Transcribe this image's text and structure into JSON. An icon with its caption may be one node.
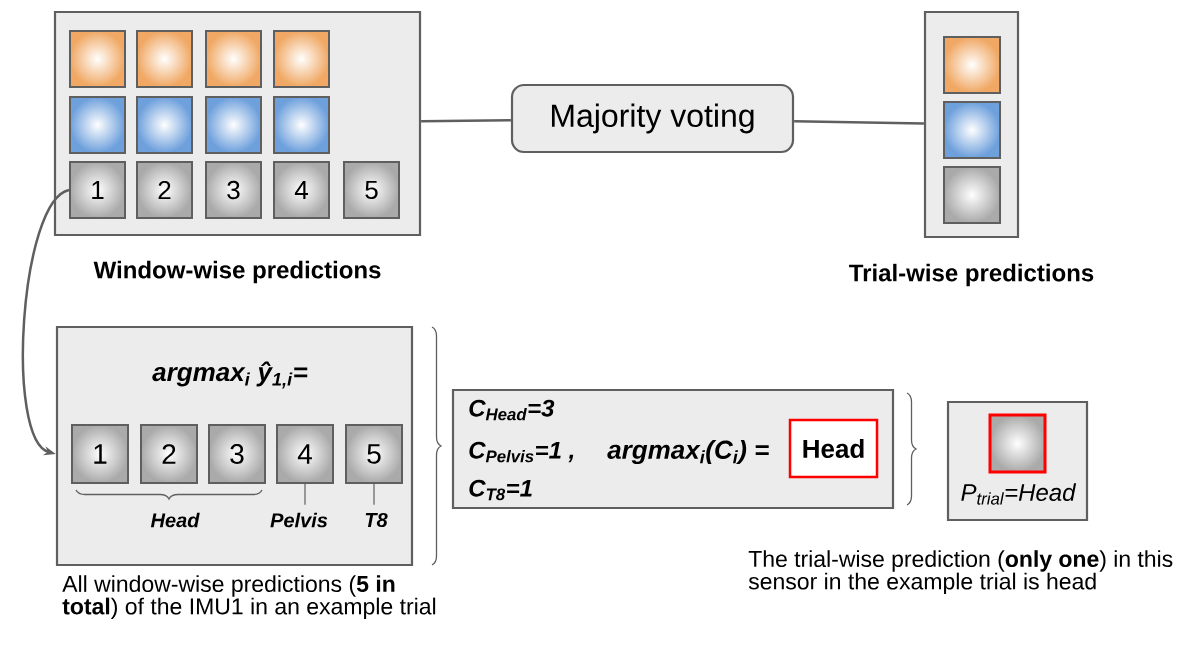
{
  "diagram": {
    "nodes": [
      {
        "text": [
          "Window-wise predictions"
        ]
      },
      {
        "text": [],
        "shape": "box",
        "in": 0
      },
      {
        "text": [],
        "shape": "box",
        "in": 0
      },
      {
        "text": [],
        "shape": "box",
        "in": 0
      },
      {
        "text": [],
        "shape": "box",
        "in": 0
      },
      {
        "text": [],
        "shape": "box",
        "in": 0
      },
      {
        "text": [],
        "shape": "box",
        "in": 0
      },
      {
        "text": [],
        "shape": "box",
        "in": 0
      },
      {
        "text": [],
        "shape": "box",
        "in": 0
      },
      {
        "text": [
          "1"
        ],
        "in": 0
      },
      {
        "text": [
          "2"
        ],
        "in": 0
      },
      {
        "text": [
          "3"
        ],
        "in": 0
      },
      {
        "text": [
          "4"
        ],
        "in": 0
      },
      {
        "text": [
          "5"
        ],
        "in": 0
      },
      {
        "text": [
          "Majority voting"
        ]
      },
      {
        "text": [
          "Trial-wise predictions"
        ]
      },
      {
        "text": [],
        "shape": "box",
        "in": 15
      },
      {
        "text": [],
        "shape": "box",
        "in": 15
      },
      {
        "text": [],
        "shape": "box",
        "in": 15
      },
      {
        "text": [
          "argmax$_{i}$ ŷ$_{1,i}$="
        ],
        "beside": [
          "All window-wise predictions (**5 in total**) of the IMU1 in an example trial"
        ]
      },
      {
        "text": [
          "1"
        ],
        "in": 19
      },
      {
        "text": [
          "2"
        ],
        "in": 19
      },
      {
        "text": [
          "3"
        ],
        "in": 19
      },
      {
        "text": [
          "4"
        ],
        "in": 19
      },
      {
        "text": [
          "5"
        ],
        "in": 19
      },
      {
        "text": [
          "Pelvis"
        ],
        "in": 19
      },
      {
        "text": [
          "T8"
        ],
        "in": 19
      },
      {
        "text": [
          "C$_{Head}$=3",
          "C$_{Pelvis}$=1 ,",
          "argmax$_{i}$(C$_{i}$) =",
          "C$_{T8}$=1"
        ]
      },
      {
        "text": [
          "Head"
        ],
        "in": 27
      },
      {
        "text": [
          "P$_{trial}$=Head"
        ],
        "beside": [
          "The trial-wise prediction (**only one**) in this sensor in the example trial is head"
        ]
      },
      {
        "text": [],
        "shape": "box",
        "in": 29
      }
    ],
    "edges": [
      {
        "from": 0,
        "to": 14,
        "arrow": "none"
      },
      {
        "from": 14,
        "to": 15,
        "arrow": "none"
      },
      {
        "from": 9,
        "to": 19,
        "arrow": "to"
      },
      {
        "from": 25,
        "to": 23,
        "arrow": "none"
      },
      {
        "from": 26,
        "to": 24,
        "arrow": "none"
      }
    ],
    "labels": [
      "Head"
    ]
  }
}
